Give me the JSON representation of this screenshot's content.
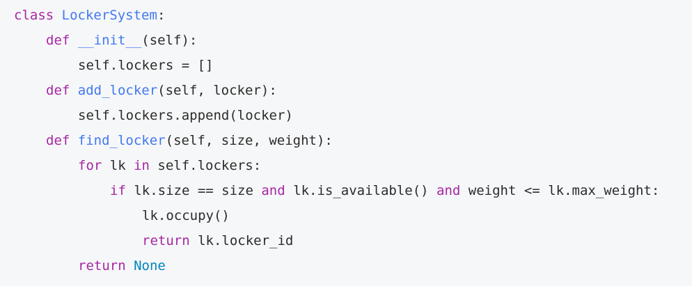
{
  "code": {
    "lines": [
      {
        "indent": 0,
        "tokens": [
          {
            "t": "kw",
            "v": "class"
          },
          {
            "t": "tx",
            "v": " "
          },
          {
            "t": "fn",
            "v": "LockerSystem"
          },
          {
            "t": "tx",
            "v": ":"
          }
        ]
      },
      {
        "indent": 1,
        "tokens": [
          {
            "t": "kw",
            "v": "def"
          },
          {
            "t": "tx",
            "v": " "
          },
          {
            "t": "fn",
            "v": "__init__"
          },
          {
            "t": "tx",
            "v": "(self):"
          }
        ]
      },
      {
        "indent": 2,
        "tokens": [
          {
            "t": "tx",
            "v": "self.lockers = []"
          }
        ]
      },
      {
        "indent": 1,
        "tokens": [
          {
            "t": "kw",
            "v": "def"
          },
          {
            "t": "tx",
            "v": " "
          },
          {
            "t": "fn",
            "v": "add_locker"
          },
          {
            "t": "tx",
            "v": "(self, locker):"
          }
        ]
      },
      {
        "indent": 2,
        "tokens": [
          {
            "t": "tx",
            "v": "self.lockers.append(locker)"
          }
        ]
      },
      {
        "indent": 1,
        "tokens": [
          {
            "t": "kw",
            "v": "def"
          },
          {
            "t": "tx",
            "v": " "
          },
          {
            "t": "fn",
            "v": "find_locker"
          },
          {
            "t": "tx",
            "v": "(self, size, weight):"
          }
        ]
      },
      {
        "indent": 2,
        "tokens": [
          {
            "t": "kw",
            "v": "for"
          },
          {
            "t": "tx",
            "v": " lk "
          },
          {
            "t": "kw",
            "v": "in"
          },
          {
            "t": "tx",
            "v": " self.lockers:"
          }
        ]
      },
      {
        "indent": 3,
        "tokens": [
          {
            "t": "kw",
            "v": "if"
          },
          {
            "t": "tx",
            "v": " lk.size == size "
          },
          {
            "t": "kw",
            "v": "and"
          },
          {
            "t": "tx",
            "v": " lk.is_available() "
          },
          {
            "t": "kw",
            "v": "and"
          },
          {
            "t": "tx",
            "v": " weight <= lk.max_weight:"
          }
        ]
      },
      {
        "indent": 4,
        "tokens": [
          {
            "t": "tx",
            "v": "lk.occupy()"
          }
        ]
      },
      {
        "indent": 4,
        "tokens": [
          {
            "t": "kw",
            "v": "return"
          },
          {
            "t": "tx",
            "v": " lk.locker_id"
          }
        ]
      },
      {
        "indent": 2,
        "tokens": [
          {
            "t": "kw",
            "v": "return"
          },
          {
            "t": "tx",
            "v": " "
          },
          {
            "t": "bi",
            "v": "None"
          }
        ]
      }
    ]
  }
}
